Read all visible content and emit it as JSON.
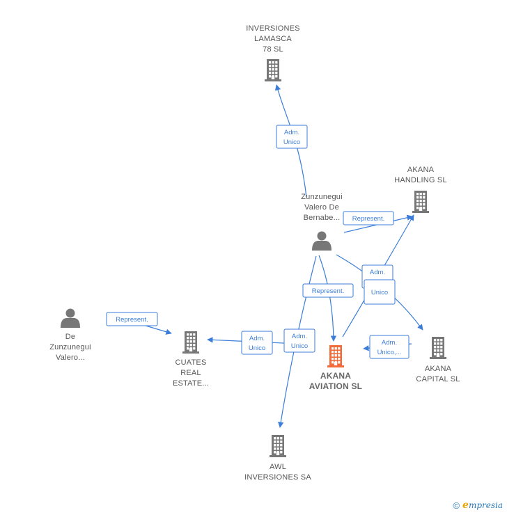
{
  "nodes": [
    {
      "id": "inversiones",
      "type": "company",
      "label": [
        "INVERSIONES",
        "LAMASCA",
        "78  SL"
      ],
      "color": "#777777"
    },
    {
      "id": "zunzunegui_vd",
      "type": "person",
      "label": [
        "Zunzunegui",
        "Valero De",
        "Bernabe..."
      ],
      "color": "#777777"
    },
    {
      "id": "akana_handling",
      "type": "company",
      "label": [
        "AKANA",
        "HANDLING  SL"
      ],
      "color": "#777777"
    },
    {
      "id": "de_zunzunegui",
      "type": "person",
      "label": [
        "De",
        "Zunzunegui",
        "Valero..."
      ],
      "color": "#777777"
    },
    {
      "id": "cuates",
      "type": "company",
      "label": [
        "CUATES",
        "REAL",
        "ESTATE..."
      ],
      "color": "#777777"
    },
    {
      "id": "akana_aviation",
      "type": "company",
      "label": [
        "AKANA",
        "AVIATION  SL"
      ],
      "color": "#f26b3a",
      "main": true
    },
    {
      "id": "akana_capital",
      "type": "company",
      "label": [
        "AKANA",
        "CAPITAL  SL"
      ],
      "color": "#777777"
    },
    {
      "id": "awl",
      "type": "company",
      "label": [
        "AWL",
        "INVERSIONES SA"
      ],
      "color": "#777777"
    }
  ],
  "edges": [
    {
      "id": "e1",
      "label": [
        "Adm.",
        "Unico"
      ]
    },
    {
      "id": "e2",
      "label": [
        "Represent."
      ]
    },
    {
      "id": "e3",
      "label": [
        "Adm.",
        "Unico"
      ]
    },
    {
      "id": "e4",
      "label": [
        "Unico"
      ]
    },
    {
      "id": "e5",
      "label": [
        "Represent."
      ]
    },
    {
      "id": "e6",
      "label": [
        "Represent."
      ]
    },
    {
      "id": "e7",
      "label": [
        "Adm.",
        "Unico"
      ]
    },
    {
      "id": "e8",
      "label": [
        "Adm.",
        "Unico"
      ]
    },
    {
      "id": "e9",
      "label": [
        "Adm.",
        "Unico,..."
      ]
    }
  ],
  "colors": {
    "edge": "#3b7dd8",
    "node": "#777777",
    "main_node": "#f26b3a"
  },
  "footer": {
    "copyright": "©",
    "brand_first": "e",
    "brand_rest": "mpresia"
  }
}
